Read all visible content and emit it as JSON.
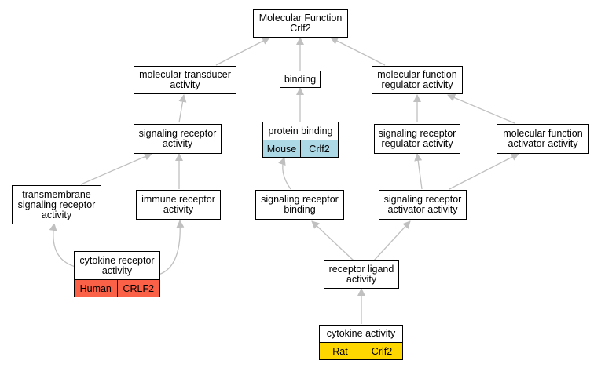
{
  "nodes": {
    "mf_root": {
      "label": "Molecular Function\nCrlf2"
    },
    "molecular_transducer": {
      "label": "molecular transducer\nactivity"
    },
    "binding": {
      "label": "binding"
    },
    "mf_regulator": {
      "label": "molecular function\nregulator activity"
    },
    "signaling_receptor": {
      "label": "signaling receptor\nactivity"
    },
    "protein_binding": {
      "label": "protein binding",
      "species": "Mouse",
      "gene": "Crlf2",
      "color": "#add8e6"
    },
    "sr_regulator": {
      "label": "signaling receptor\nregulator activity"
    },
    "mf_activator": {
      "label": "molecular function\nactivator activity"
    },
    "transmembrane_sr": {
      "label": "transmembrane\nsignaling receptor\nactivity"
    },
    "immune_receptor": {
      "label": "immune receptor\nactivity"
    },
    "sr_binding": {
      "label": "signaling receptor\nbinding"
    },
    "sr_activator": {
      "label": "signaling receptor\nactivator activity"
    },
    "cytokine_receptor": {
      "label": "cytokine receptor\nactivity",
      "species": "Human",
      "gene": "CRLF2",
      "color": "#fa6147"
    },
    "receptor_ligand": {
      "label": "receptor ligand\nactivity"
    },
    "cytokine_activity": {
      "label": "cytokine activity",
      "species": "Rat",
      "gene": "Crlf2",
      "color": "#ffd700"
    }
  },
  "colors": {
    "edge": "#c0c0c0",
    "border": "#000000"
  }
}
